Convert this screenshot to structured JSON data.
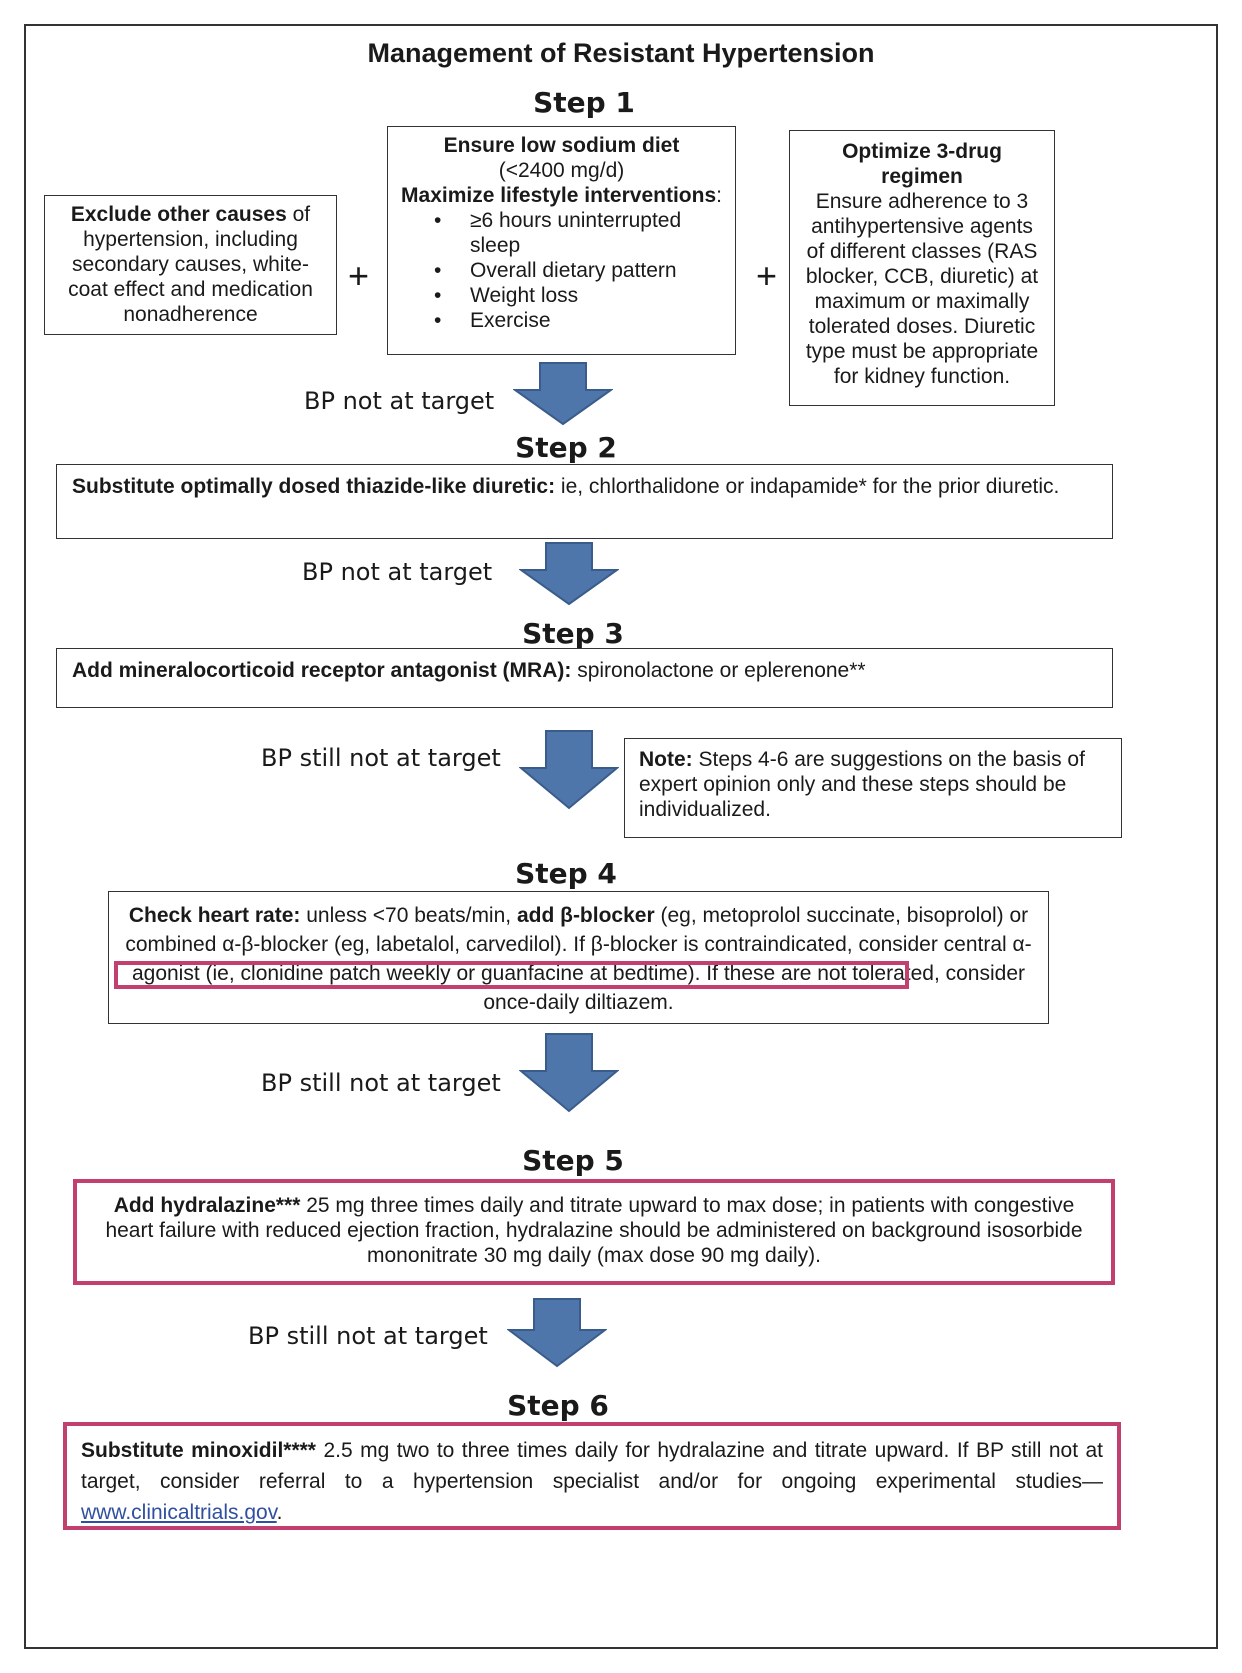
{
  "title": "Management of Resistant Hypertension",
  "steps": {
    "s1": "Step 1",
    "s2": "Step 2",
    "s3": "Step 3",
    "s4": "Step 4",
    "s5": "Step 5",
    "s6": "Step 6"
  },
  "plus": "+",
  "transitions": {
    "t1": "BP not at target",
    "t2": "BP not at target",
    "t3": "BP still not at target",
    "t4": "BP still not at target",
    "t5": "BP still not at target"
  },
  "step1": {
    "exclude_bold": "Exclude other causes",
    "exclude_text": " of hypertension, including secondary causes, white-coat effect and medication nonadherence",
    "sodium_bold": "Ensure low sodium diet",
    "sodium_value": "(<2400 mg/d)",
    "lifestyle_bold": "Maximize lifestyle interventions",
    "lifestyle_colon": ":",
    "lifestyle_items": [
      "≥6 hours uninterrupted sleep",
      "Overall dietary pattern",
      "Weight loss",
      "Exercise"
    ],
    "optimize_bold": "Optimize 3-drug regimen",
    "optimize_text": "Ensure adherence to 3 antihypertensive agents of different classes (RAS blocker, CCB, diuretic) at maximum or maximally tolerated doses. Diuretic type must be appropriate for kidney function."
  },
  "step2": {
    "bold": "Substitute optimally dosed thiazide-like diuretic:",
    "text": " ie, chlorthalidone or indapamide* for the prior diuretic."
  },
  "step3": {
    "bold": "Add mineralocorticoid receptor antagonist (MRA):",
    "text": " spironolactone or eplerenone**"
  },
  "note": {
    "bold": "Note:",
    "text": " Steps 4-6 are suggestions on the basis of expert opinion only and these steps should be individualized."
  },
  "step4": {
    "bold1": "Check heart rate:",
    "text1": " unless <70 beats/min, ",
    "bold2": "add β-blocker",
    "text2": " (eg, metoprolol succinate, bisoprolol) or combined α-β-blocker (eg, labetalol, carvedilol). If β-blocker is contraindicated,",
    "highlight": "consider central α-agonist (ie, clonidine patch weekly or guanfacine at bedtime)",
    "text3": ". If these are not tolerated, consider once-daily diltiazem."
  },
  "step5": {
    "bold": "Add hydralazine***",
    "text": " 25 mg three times daily and titrate upward to max dose; in patients with congestive heart failure with reduced ejection fraction, hydralazine should be administered on background isosorbide mononitrate 30 mg daily (max dose 90 mg daily)."
  },
  "step6": {
    "bold": "Substitute minoxidil****",
    "text": " 2.5 mg two to three times daily for hydralazine and titrate upward. If BP still not at target, consider referral to a hypertension specialist and/or for ongoing experimental studies—",
    "link": "www.clinicaltrials.gov",
    "end": "."
  },
  "colors": {
    "arrow": "#4f76aa",
    "arrow_stroke": "#3a5c8a",
    "highlight": "#c2406f",
    "link": "#2f4fa0"
  }
}
